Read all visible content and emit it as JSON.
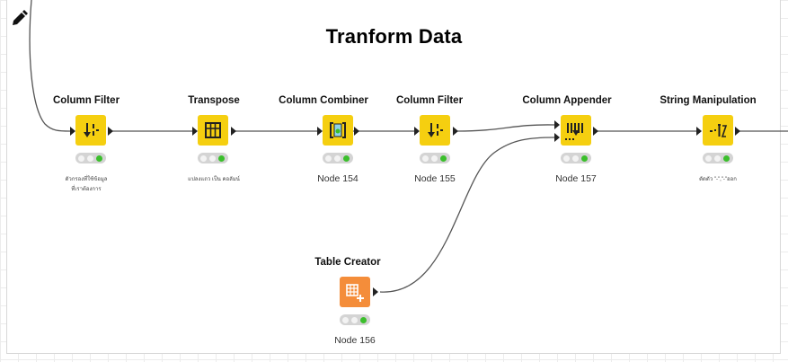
{
  "workflow": {
    "title": "Tranform Data"
  },
  "nodes": [
    {
      "id": "column-filter-1",
      "title": "Column Filter",
      "type": "manipulator",
      "icon": "column-filter-icon",
      "label_lines": [
        "ตัวกรองที่ใช้ข้อมูล",
        "ที่เราต้องการ"
      ]
    },
    {
      "id": "transpose",
      "title": "Transpose",
      "type": "manipulator",
      "icon": "transpose-grid-icon",
      "label_lines": [
        "แปลงแถว เป็น คอลัมน์"
      ]
    },
    {
      "id": "column-combiner",
      "title": "Column Combiner",
      "type": "manipulator",
      "icon": "column-combiner-icon",
      "label_lines": [
        "Node 154"
      ]
    },
    {
      "id": "column-filter-2",
      "title": "Column Filter",
      "type": "manipulator",
      "icon": "column-filter-icon",
      "label_lines": [
        "Node 155"
      ]
    },
    {
      "id": "column-appender",
      "title": "Column Appender",
      "type": "manipulator",
      "icon": "column-appender-icon",
      "label_lines": [
        "Node 157"
      ]
    },
    {
      "id": "string-manipulation",
      "title": "String Manipulation",
      "type": "manipulator",
      "icon": "string-manipulation-icon",
      "label_lines": [
        "ตัดตัว \"-\",\"-\"ออก"
      ]
    },
    {
      "id": "table-creator",
      "title": "Table Creator",
      "type": "source",
      "icon": "table-creator-icon",
      "label_lines": [
        "Node 156"
      ]
    }
  ],
  "colors": {
    "manipulator": "#f5cf10",
    "source": "#f48d3a",
    "status_ok": "#3bbf2c",
    "connection": "#555555"
  },
  "tools": {
    "edit_icon": "pencil-icon"
  }
}
